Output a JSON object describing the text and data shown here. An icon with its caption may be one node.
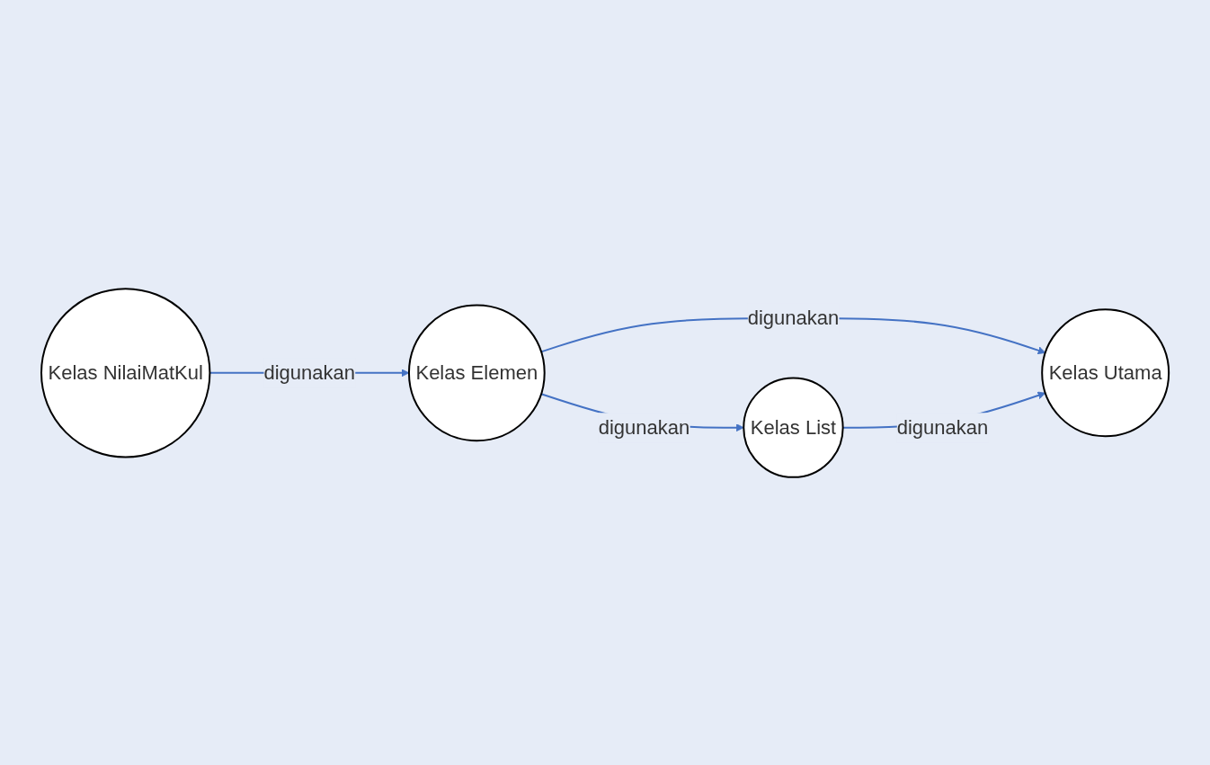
{
  "diagram": {
    "nodes": [
      {
        "text": [
          "Kelas NilaiMatKul"
        ]
      },
      {
        "text": [
          "Kelas Elemen"
        ]
      },
      {
        "text": [
          "Kelas List"
        ]
      },
      {
        "text": [
          "Kelas Utama"
        ]
      }
    ],
    "edges": [
      {
        "from": 0,
        "to": 1,
        "arrow": "to",
        "label": "digunakan"
      },
      {
        "from": 1,
        "to": 2,
        "arrow": "to",
        "label": "digunakan"
      },
      {
        "from": 1,
        "to": 3,
        "arrow": "to",
        "label": "digunakan"
      },
      {
        "from": 2,
        "to": 3,
        "arrow": "to",
        "label": "digunakan"
      }
    ]
  }
}
